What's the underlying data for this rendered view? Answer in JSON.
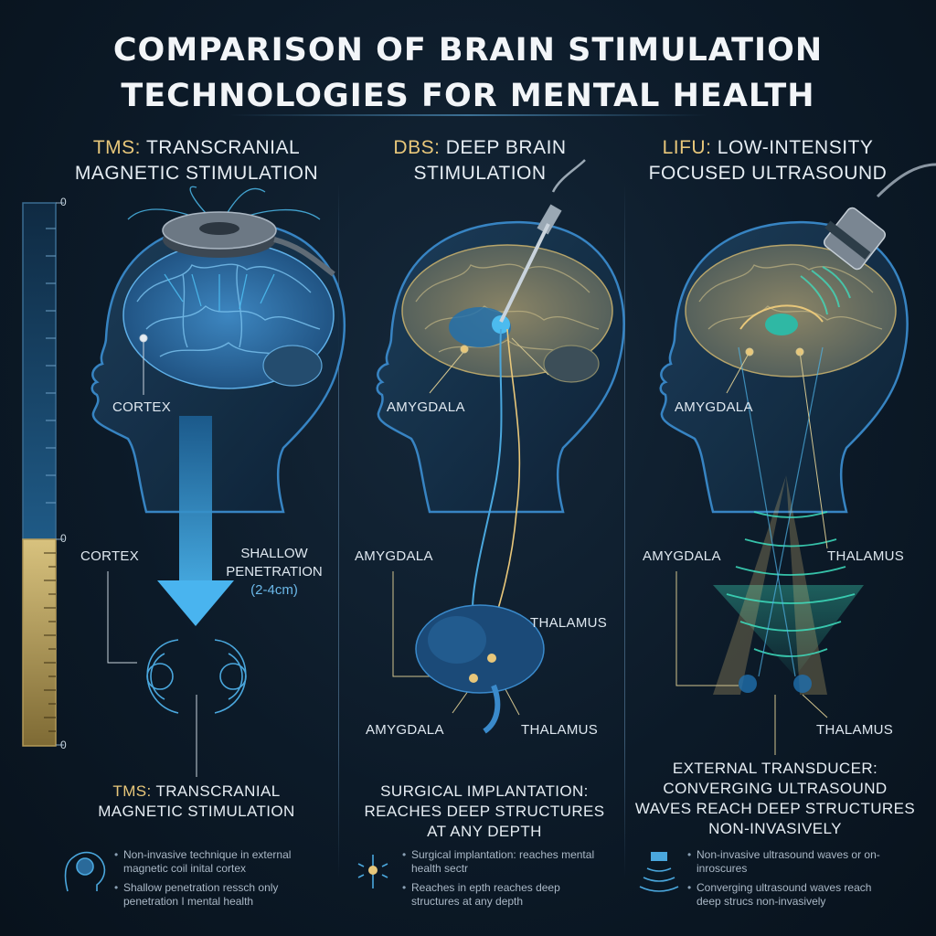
{
  "title": {
    "line1": "COMPARISON OF BRAIN STIMULATION",
    "line2": "TECHNOLOGIES FOR MENTAL HEALTH"
  },
  "ruler": {
    "tick_top": "0",
    "tick_mid": "0",
    "tick_bottom": "0"
  },
  "tms": {
    "abbr": "TMS:",
    "header_l1": " TRANSCRANIAL",
    "header_l2": "MAGNETIC STIMULATION",
    "label_cortex_brain": "CORTEX",
    "label_cortex": "CORTEX",
    "depth_l1": "SHALLOW",
    "depth_l2": "PENETRATION",
    "depth_l3": "(2-4cm)",
    "summary_abbr": "TMS:",
    "summary_l1": " TRANSCRANIAL",
    "summary_l2": "MAGNETIC STIMULATION",
    "notes": [
      "Non-invasive technique in external magnetic coil inital cortex",
      "Shallow penetration ressch only penetration I mental health"
    ],
    "icon": "brain-head-icon"
  },
  "dbs": {
    "abbr": "DBS:",
    "header_l1": " DEEP BRAIN",
    "header_l2": "STIMULATION",
    "label_amygdala_brain": "AMYGDALA",
    "label_amygdala_mid": "AMYGDALA",
    "label_thalamus_mid": "THALAMUS",
    "label_amygdala_low": "AMYGDALA",
    "label_thalamus_low": "THALAMUS",
    "summary_l1": "SURGICAL IMPLANTATION:",
    "summary_l2": "REACHES DEEP STRUCTURES",
    "summary_l3": "AT ANY DEPTH",
    "notes": [
      "Surgical implantation: reaches mental health sectr",
      "Reaches in epth reaches deep structures at any depth"
    ],
    "icon": "electrode-icon"
  },
  "lifu": {
    "abbr": "LIFU:",
    "header_l1": " LOW-INTENSITY",
    "header_l2": "FOCUSED ULTRASOUND",
    "label_amygdala_brain": "AMYGDALA",
    "label_amygdala_mid": "AMYGDALA",
    "label_thalamus_mid": "THALAMUS",
    "label_thalamus_low": "THALAMUS",
    "summary_l1": "EXTERNAL TRANSDUCER:",
    "summary_l2": "CONVERGING ULTRASOUND",
    "summary_l3": "WAVES REACH DEEP STRUCTURES",
    "summary_l4": "NON-INVASIVELY",
    "notes": [
      "Non-invasive ultrasound waves or on-inroscures",
      "Converging ultrasound waves reach deep strucs non-invasively"
    ],
    "icon": "ultrasound-transducer-icon"
  },
  "colors": {
    "accent_blue": "#3fa9e6",
    "accent_gold": "#e8c77a",
    "accent_teal": "#3ee0c0",
    "background": "#0c1a28"
  }
}
